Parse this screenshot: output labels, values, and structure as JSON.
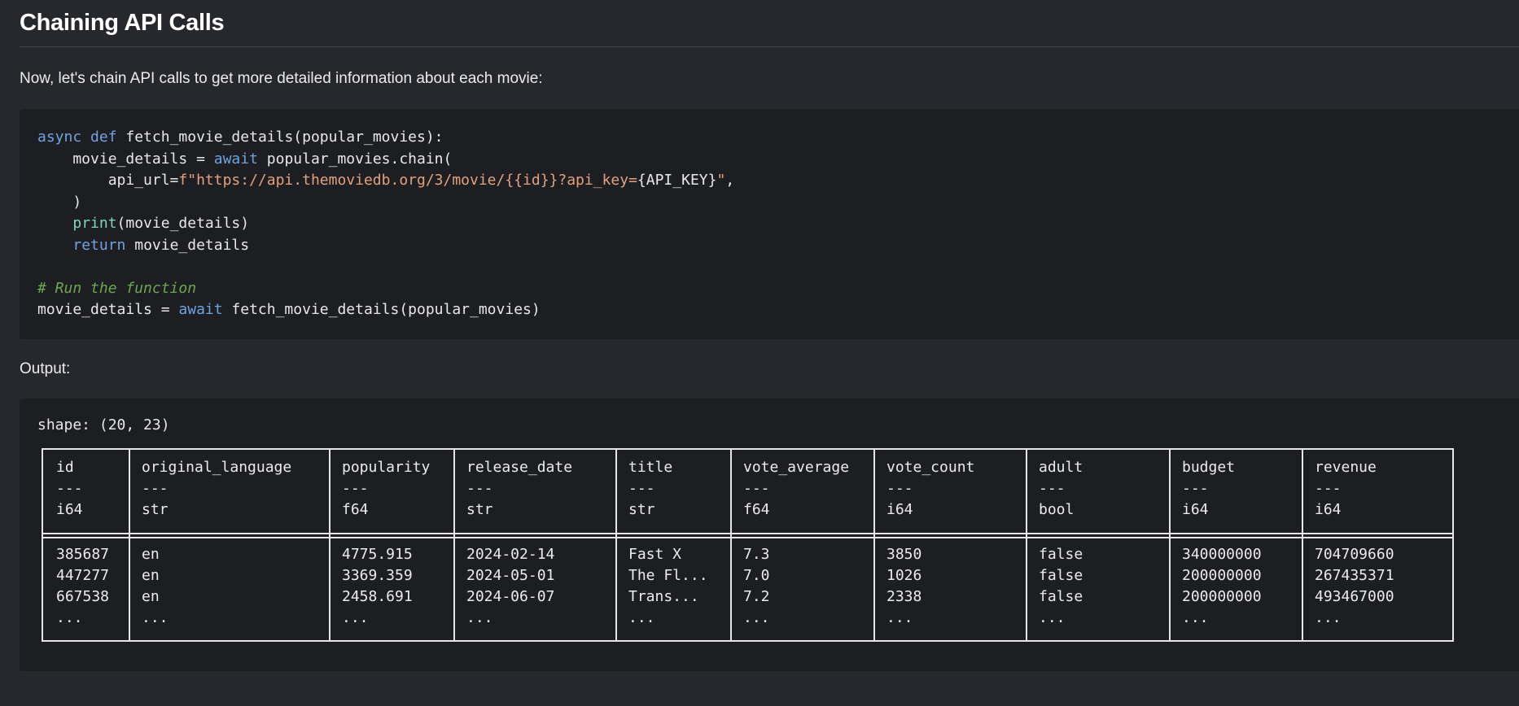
{
  "section_title": "Chaining API Calls",
  "intro_text": "Now, let's chain API calls to get more detailed information about each movie:",
  "code": {
    "line1_kw1": "async",
    "line1_kw2": "def",
    "line1_rest": " fetch_movie_details(popular_movies):",
    "line2_a": "    movie_details = ",
    "line2_kw": "await",
    "line2_b": " popular_movies.chain(",
    "line3_a": "        api_url=",
    "line3_str1": "f\"https://api.themoviedb.org/3/movie/{{id}}?api_key=",
    "line3_var": "{API_KEY}",
    "line3_str2": "\"",
    "line3_end": ",",
    "line4": "    )",
    "line5_indent": "    ",
    "line5_fn": "print",
    "line5_rest": "(movie_details)",
    "line6_indent": "    ",
    "line6_kw": "return",
    "line6_rest": " movie_details",
    "comment": "# Run the function",
    "line9_a": "movie_details = ",
    "line9_kw": "await",
    "line9_b": " fetch_movie_details(popular_movies)"
  },
  "output_label": "Output:",
  "output": {
    "shape": "shape: (20, 23)",
    "columns": [
      {
        "name": "id",
        "sep": "---",
        "dtype": "i64",
        "rows": [
          "385687",
          "447277",
          "667538",
          "..."
        ]
      },
      {
        "name": "original_language",
        "sep": "---",
        "dtype": "str",
        "rows": [
          "en",
          "en",
          "en",
          "..."
        ]
      },
      {
        "name": "popularity",
        "sep": "---",
        "dtype": "f64",
        "rows": [
          "4775.915",
          "3369.359",
          "2458.691",
          "..."
        ]
      },
      {
        "name": "release_date",
        "sep": "---",
        "dtype": "str",
        "rows": [
          "2024-02-14",
          "2024-05-01",
          "2024-06-07",
          "..."
        ]
      },
      {
        "name": "title",
        "sep": "---",
        "dtype": "str",
        "rows": [
          "Fast X",
          "The Fl...",
          "Trans...",
          "..."
        ]
      },
      {
        "name": "vote_average",
        "sep": "---",
        "dtype": "f64",
        "rows": [
          "7.3",
          "7.0",
          "7.2",
          "..."
        ]
      },
      {
        "name": "vote_count",
        "sep": "---",
        "dtype": "i64",
        "rows": [
          "3850",
          "1026",
          "2338",
          "..."
        ]
      },
      {
        "name": "adult",
        "sep": "---",
        "dtype": "bool",
        "rows": [
          "false",
          "false",
          "false",
          "..."
        ]
      },
      {
        "name": "budget",
        "sep": "---",
        "dtype": "i64",
        "rows": [
          "340000000",
          "200000000",
          "200000000",
          "..."
        ]
      },
      {
        "name": "revenue",
        "sep": "---",
        "dtype": "i64",
        "rows": [
          "704709660",
          "267435371",
          "493467000",
          "..."
        ]
      }
    ]
  }
}
